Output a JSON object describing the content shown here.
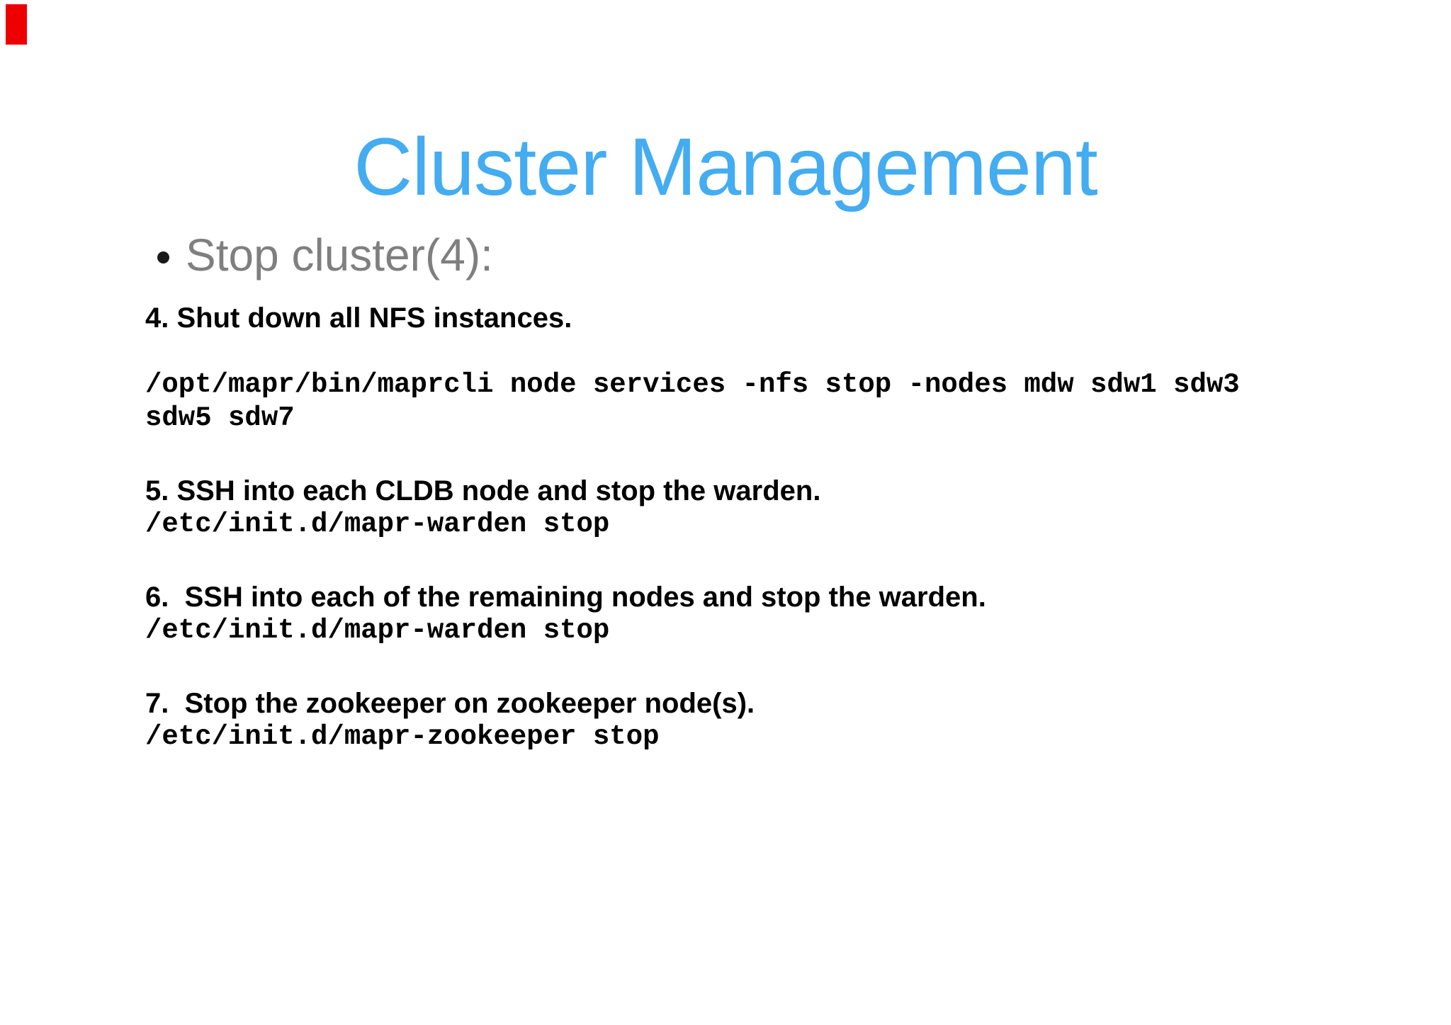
{
  "slide": {
    "title": "Cluster Management",
    "bullet": {
      "label": "Stop cluster(4):"
    },
    "sections": [
      {
        "heading": "4. Shut down all NFS instances.",
        "gap_after_heading": true,
        "command_lines": [
          "/opt/mapr/bin/maprcli node services -nfs stop -nodes mdw sdw1 sdw3",
          "sdw5 sdw7"
        ]
      },
      {
        "heading": "5. SSH into each CLDB node and stop the warden.",
        "gap_after_heading": false,
        "command_lines": [
          "/etc/init.d/mapr-warden stop"
        ]
      },
      {
        "heading": "6.  SSH into each of the remaining nodes and stop the warden.",
        "gap_after_heading": false,
        "command_lines": [
          "/etc/init.d/mapr-warden stop"
        ]
      },
      {
        "heading": "7.  Stop the zookeeper on zookeeper node(s).",
        "gap_after_heading": false,
        "command_lines": [
          "/etc/init.d/mapr-zookeeper stop"
        ]
      }
    ],
    "colors": {
      "title_blue": "#44ACF0",
      "bullet_gray": "#7F7F7F",
      "body_black": "#000000",
      "corner_marker_red": "#EE0000"
    }
  }
}
